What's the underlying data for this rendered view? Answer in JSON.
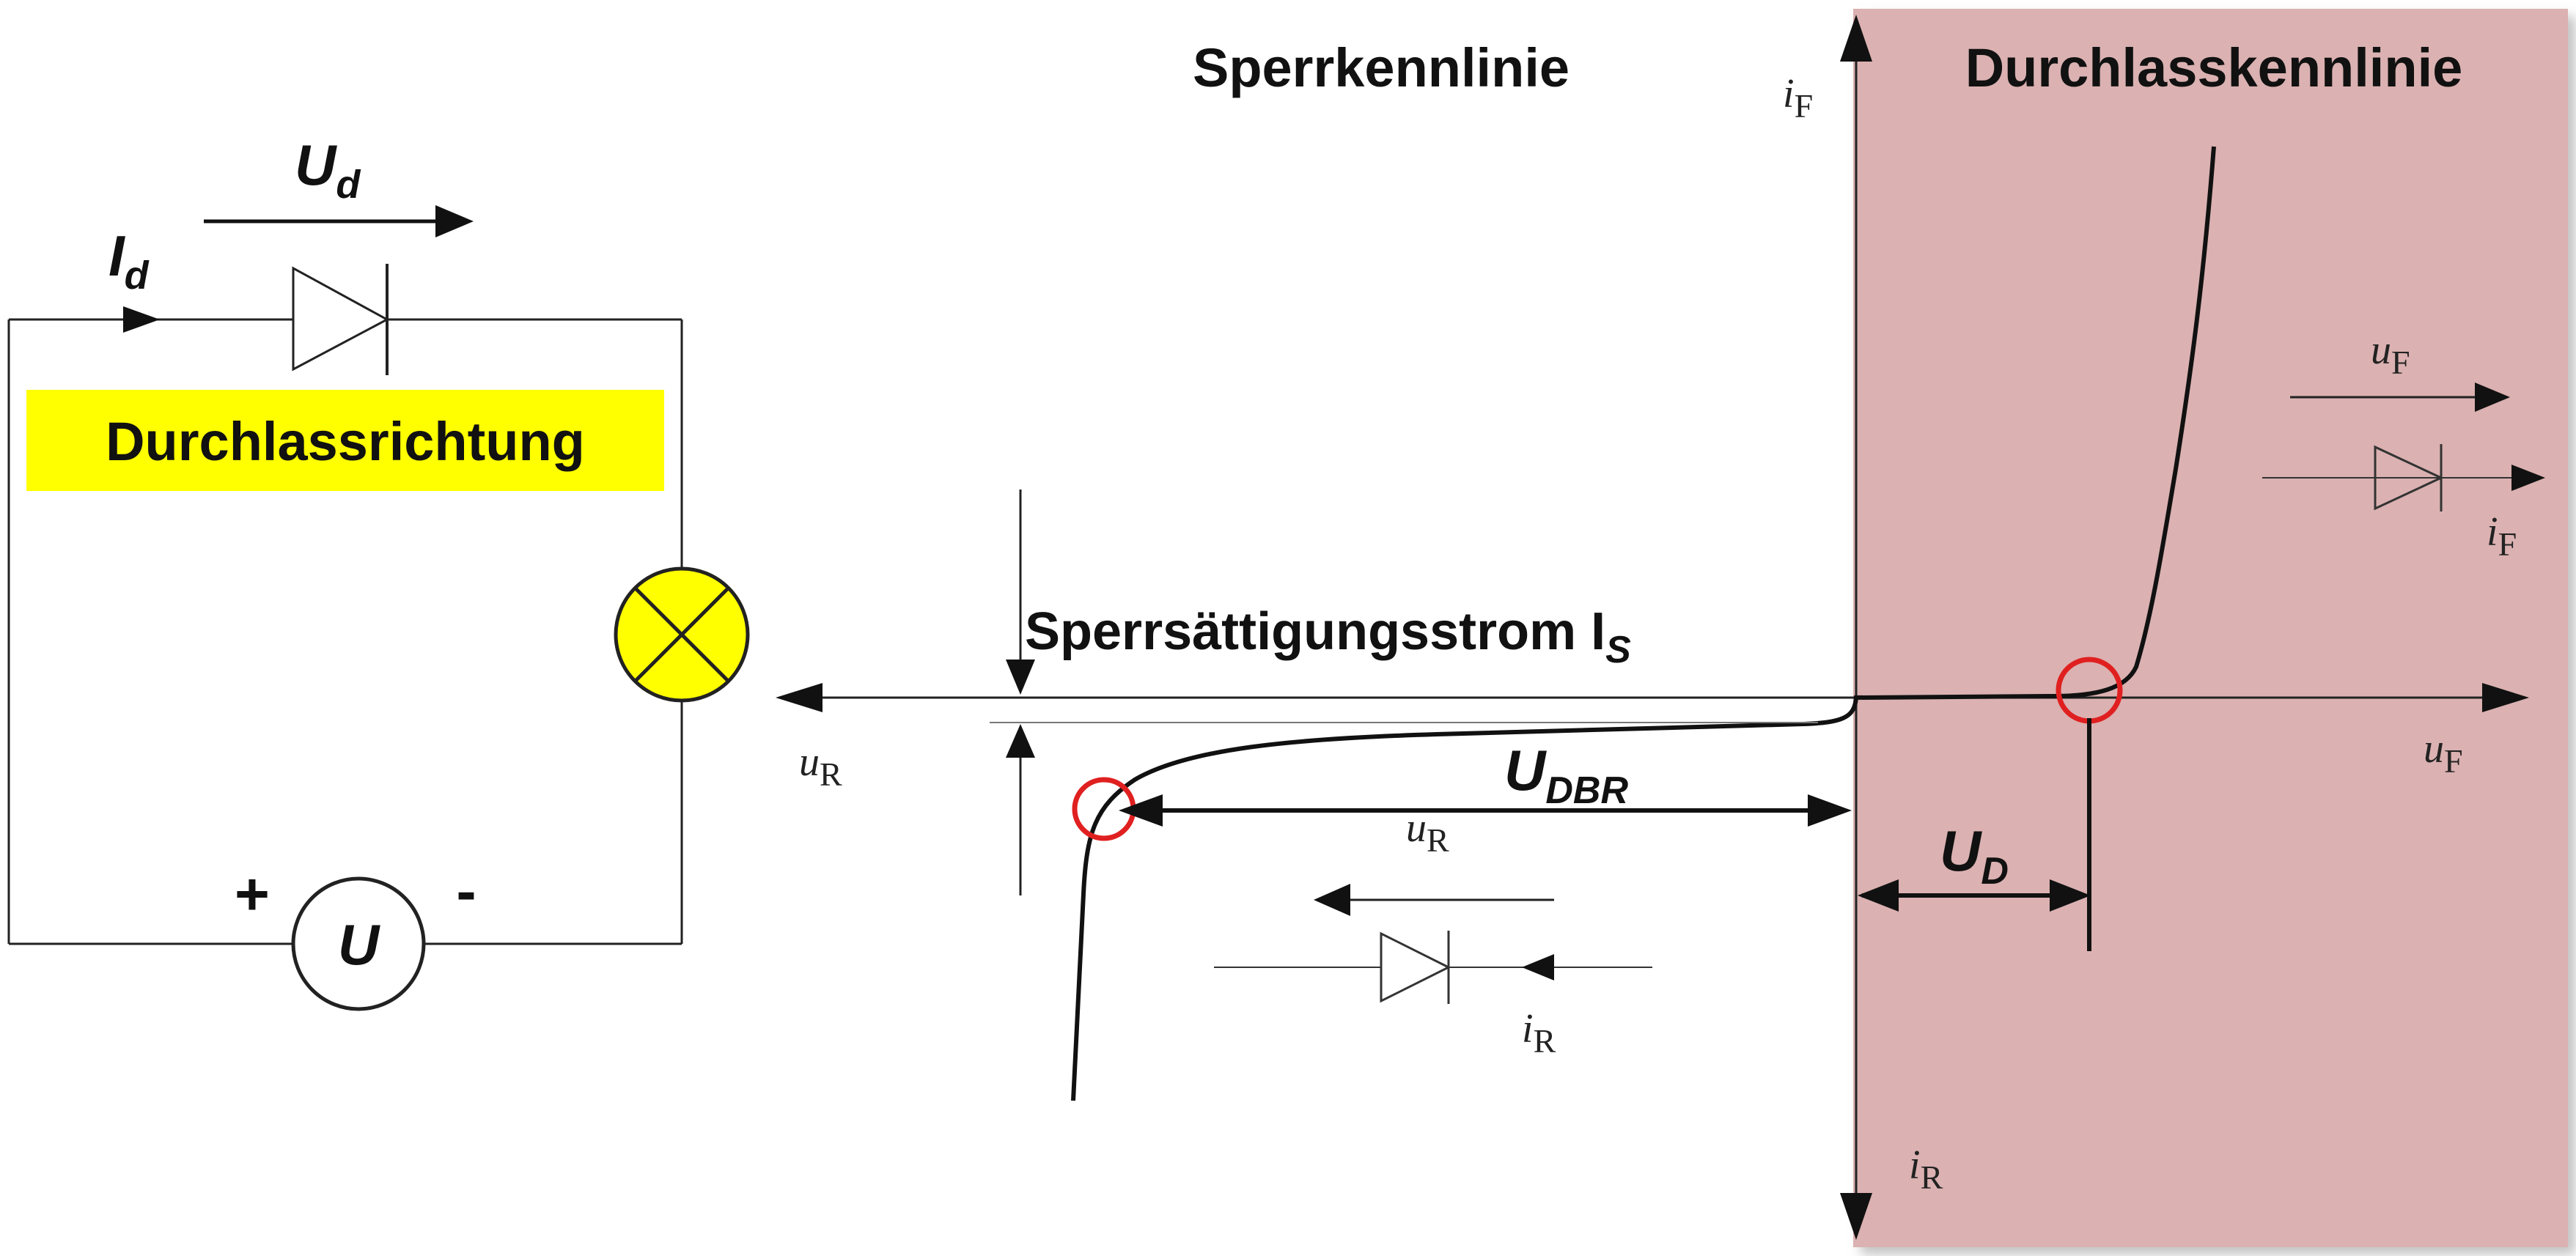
{
  "circuit": {
    "label_ud_main": "U",
    "label_ud_sub": "d",
    "label_id_main": "I",
    "label_id_sub": "d",
    "direction_label": "Durchlassrichtung",
    "source_label": "U",
    "plus": "+",
    "minus": "-",
    "highlight_color": "#ffff00"
  },
  "graph": {
    "title_reverse": "Sperrkennlinie",
    "title_forward": "Durchlasskennlinie",
    "saturation_label_main": "Sperrsättigungsstrom I",
    "saturation_label_sub": "S",
    "udbr_main": "U",
    "udbr_sub": "DBR",
    "ud_main": "U",
    "ud_sub": "D",
    "forward_region_color": "#dbb1b1",
    "marker_color": "#e02020"
  },
  "symbols": {
    "iF_top": {
      "main": "i",
      "sub": "F"
    },
    "iR_bottom": {
      "main": "i",
      "sub": "R"
    },
    "uF_axis": {
      "main": "u",
      "sub": "F"
    },
    "uR_axis": {
      "main": "u",
      "sub": "R"
    },
    "uF_inset": {
      "main": "u",
      "sub": "F"
    },
    "iF_inset": {
      "main": "i",
      "sub": "F"
    },
    "uR_inset": {
      "main": "u",
      "sub": "R"
    },
    "iR_inset": {
      "main": "i",
      "sub": "R"
    }
  }
}
